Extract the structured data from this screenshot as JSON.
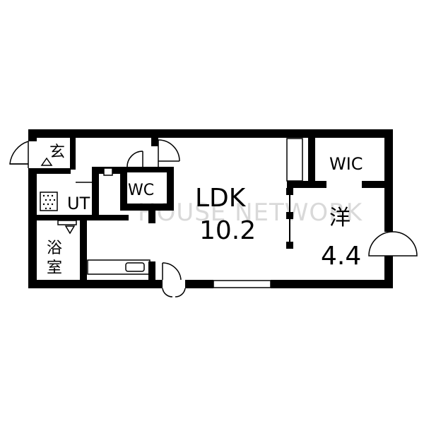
{
  "rooms": {
    "entrance": "玄",
    "utility": "UT",
    "toilet": "WC",
    "bath_line1": "浴",
    "bath_line2": "室",
    "ldk_name": "LDK",
    "ldk_size": "10.2",
    "western_name": "洋",
    "western_size": "4.4",
    "closet": "WIC"
  },
  "watermark": "HOUSE NETWORK",
  "colors": {
    "wall": "#000000",
    "background": "#ffffff",
    "watermark": "#d9d9d9"
  }
}
